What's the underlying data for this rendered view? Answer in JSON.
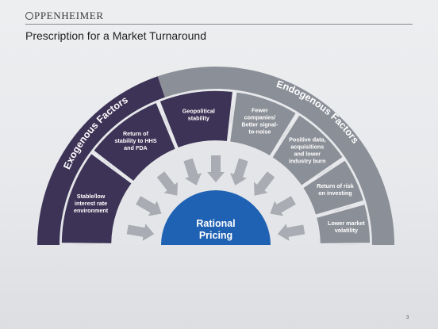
{
  "header": {
    "logo_text": "PPENHEIMER",
    "title": "Prescription for a Market Turnaround"
  },
  "diagram": {
    "left_band_label": "Exogenous Factors",
    "right_band_label": "Endogenous Factors",
    "center_label": [
      "Rational",
      "Pricing"
    ],
    "exogenous_segments": [
      {
        "lines": [
          "Stable/low",
          "interest rate",
          "environment"
        ]
      },
      {
        "lines": [
          "Return of",
          "stability to HHS",
          "and FDA"
        ]
      },
      {
        "lines": [
          "Geopolitical",
          "stability"
        ]
      }
    ],
    "endogenous_segments": [
      {
        "lines": [
          "Fewer",
          "companies/",
          "Better signal-",
          "to-noise"
        ]
      },
      {
        "lines": [
          "Positive data,",
          "acquisitions",
          "and lower",
          "industry burn"
        ]
      },
      {
        "lines": [
          "Return of risk",
          "on investing"
        ]
      },
      {
        "lines": [
          "Lower market",
          "volatility"
        ]
      }
    ],
    "colors": {
      "exogenous": "#3d3356",
      "endogenous": "#8b8f97",
      "center": "#1f62b3",
      "arrows": "#a9acb2",
      "inner_ring": "#dcdde1"
    }
  },
  "footer": {
    "page_number": "3"
  }
}
